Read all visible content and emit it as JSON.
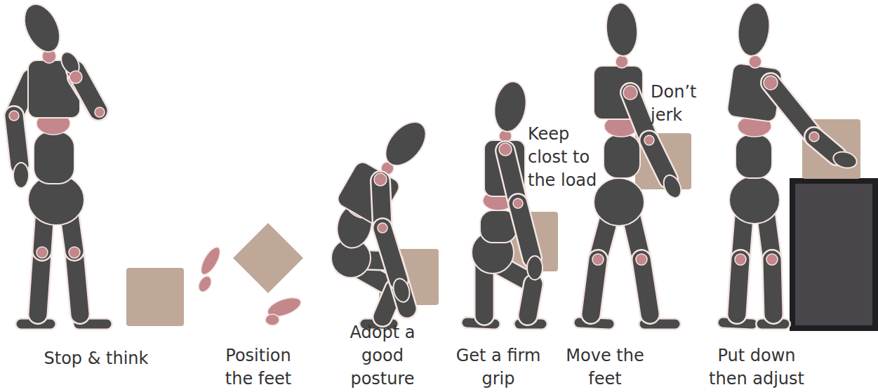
{
  "diagram": {
    "labels": [
      "Don’t jerk",
      "Keep clost to the load",
      "Stop & think",
      "Position the feet",
      "Adopt a good posture",
      "Get a firm grip",
      "Move the feet",
      "Put down then adjust"
    ]
  }
}
